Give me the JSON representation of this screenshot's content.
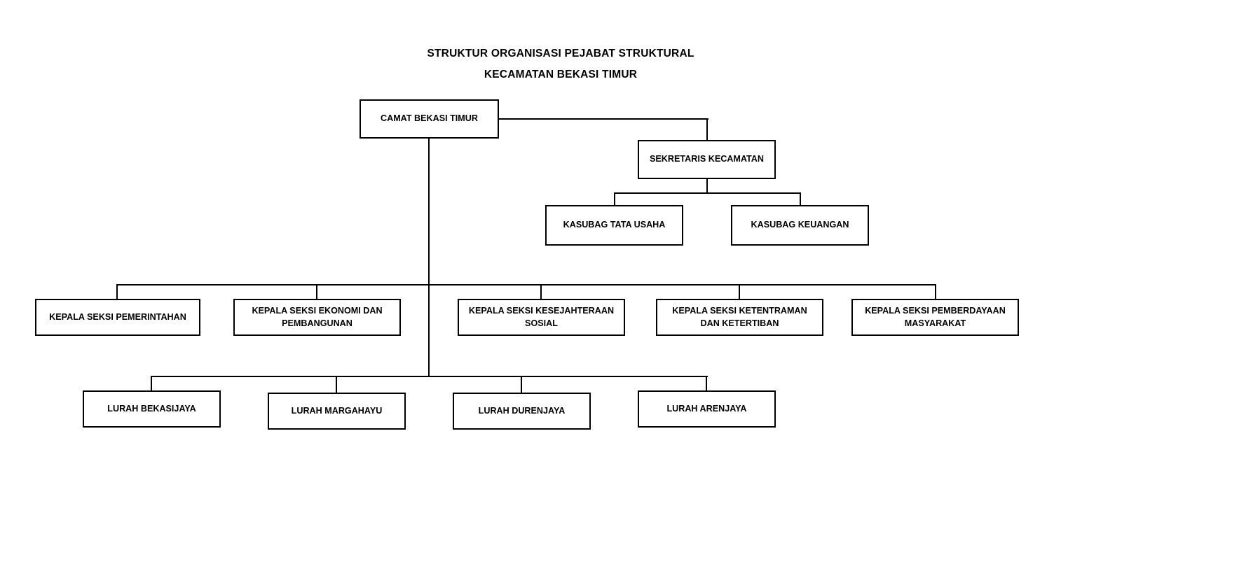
{
  "title": {
    "line1": "STRUKTUR ORGANISASI PEJABAT STRUKTURAL",
    "line2": "KECAMATAN BEKASI TIMUR"
  },
  "colors": {
    "background": "#ffffff",
    "border": "#000000",
    "text": "#000000",
    "connector": "#000000"
  },
  "chart_data": {
    "type": "diagram",
    "diagram_kind": "organizational-chart",
    "title": "STRUKTUR ORGANISASI PEJABAT STRUKTURAL KECAMATAN BEKASI TIMUR",
    "levels": [
      {
        "level": 1,
        "nodes": [
          "CAMAT BEKASI TIMUR"
        ]
      },
      {
        "level": 2,
        "nodes": [
          "SEKRETARIS KECAMATAN"
        ]
      },
      {
        "level": 3,
        "nodes": [
          "KASUBAG TATA USAHA",
          "KASUBAG KEUANGAN"
        ]
      },
      {
        "level": 4,
        "nodes": [
          "KEPALA SEKSI PEMERINTAHAN",
          "KEPALA SEKSI EKONOMI DAN PEMBANGUNAN",
          "KEPALA SEKSI KESEJAHTERAAN SOSIAL",
          "KEPALA SEKSI KETENTRAMAN DAN KETERTIBAN",
          "KEPALA SEKSI PEMBERDAYAAN MASYARAKAT"
        ]
      },
      {
        "level": 5,
        "nodes": [
          "LURAH BEKASIJAYA",
          "LURAH MARGAHAYU",
          "LURAH DURENJAYA",
          "LURAH ARENJAYA"
        ]
      }
    ],
    "edges": [
      {
        "from": "CAMAT BEKASI TIMUR",
        "to": "SEKRETARIS KECAMATAN"
      },
      {
        "from": "SEKRETARIS KECAMATAN",
        "to": "KASUBAG TATA USAHA"
      },
      {
        "from": "SEKRETARIS KECAMATAN",
        "to": "KASUBAG KEUANGAN"
      },
      {
        "from": "CAMAT BEKASI TIMUR",
        "to": "KEPALA SEKSI PEMERINTAHAN"
      },
      {
        "from": "CAMAT BEKASI TIMUR",
        "to": "KEPALA SEKSI EKONOMI DAN PEMBANGUNAN"
      },
      {
        "from": "CAMAT BEKASI TIMUR",
        "to": "KEPALA SEKSI KESEJAHTERAAN SOSIAL"
      },
      {
        "from": "CAMAT BEKASI TIMUR",
        "to": "KEPALA SEKSI KETENTRAMAN DAN KETERTIBAN"
      },
      {
        "from": "CAMAT BEKASI TIMUR",
        "to": "KEPALA SEKSI PEMBERDAYAAN MASYARAKAT"
      },
      {
        "from": "CAMAT BEKASI TIMUR",
        "to": "LURAH BEKASIJAYA"
      },
      {
        "from": "CAMAT BEKASI TIMUR",
        "to": "LURAH MARGAHAYU"
      },
      {
        "from": "CAMAT BEKASI TIMUR",
        "to": "LURAH DURENJAYA"
      },
      {
        "from": "CAMAT BEKASI TIMUR",
        "to": "LURAH ARENJAYA"
      }
    ]
  },
  "nodes": {
    "camat": "CAMAT BEKASI TIMUR",
    "sekretaris": "SEKRETARIS KECAMATAN",
    "kasubag_tata_usaha": "KASUBAG TATA USAHA",
    "kasubag_keuangan": "KASUBAG KEUANGAN",
    "seksi_pemerintahan": "KEPALA SEKSI PEMERINTAHAN",
    "seksi_ekonomi": "KEPALA SEKSI EKONOMI DAN PEMBANGUNAN",
    "seksi_kesejahteraan": "KEPALA SEKSI KESEJAHTERAAN SOSIAL",
    "seksi_ketentraman": "KEPALA SEKSI KETENTRAMAN DAN KETERTIBAN",
    "seksi_pemberdayaan": "KEPALA SEKSI PEMBERDAYAAN MASYARAKAT",
    "lurah_bekasijaya": "LURAH BEKASIJAYA",
    "lurah_margahayu": "LURAH MARGAHAYU",
    "lurah_durenjaya": "LURAH DURENJAYA",
    "lurah_arenjaya": "LURAH ARENJAYA"
  }
}
